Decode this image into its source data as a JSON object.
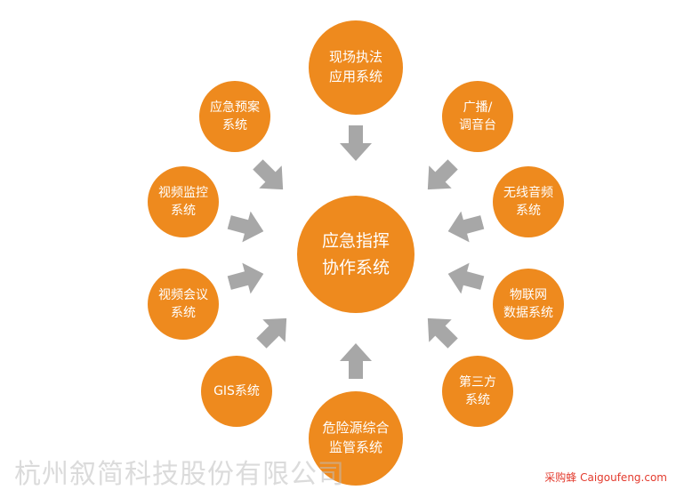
{
  "accent": "#ee8a1e",
  "arrow_color": "#a7a7a7",
  "center": {
    "label": "应急指挥\n协作系统"
  },
  "nodes": {
    "field_law": "现场执法\n应用系统",
    "emergency_plan": "应急预案\n系统",
    "broadcast": "广播/\n调音台",
    "video_monitor": "视频监控\n系统",
    "wireless_audio": "无线音频\n系统",
    "video_conf": "视频会议\n系统",
    "iot_data": "物联网\n数据系统",
    "gis": "GIS系统",
    "third_party": "第三方\n系统",
    "hazard": "危险源综合\n监管系统"
  },
  "watermark": "杭州叙简科技股份有限公司",
  "site": "采购蜂 Caigoufeng.com"
}
